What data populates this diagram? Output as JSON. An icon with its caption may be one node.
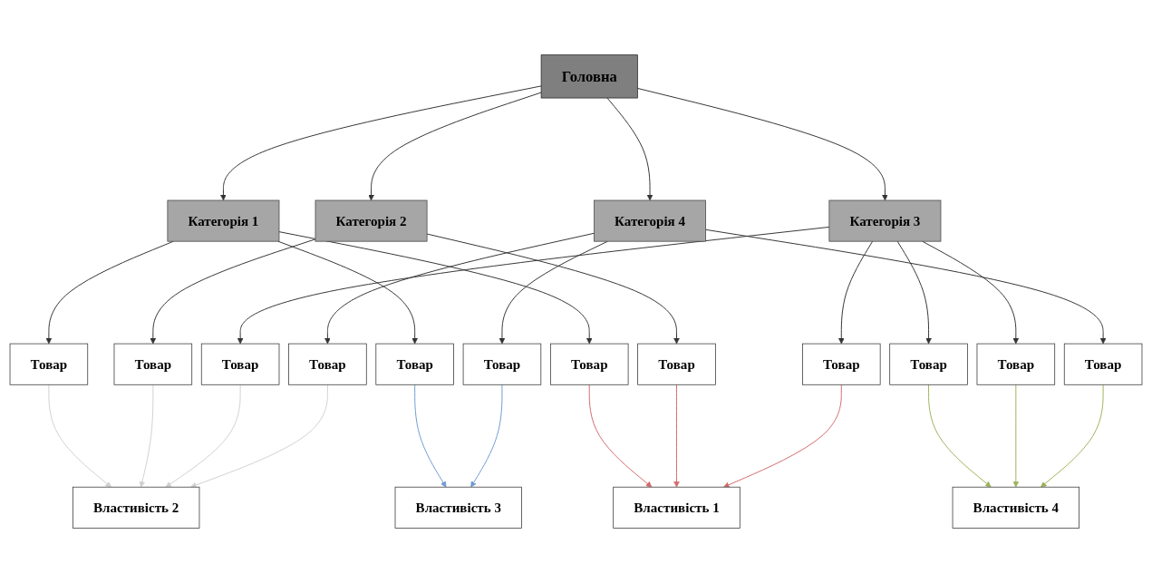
{
  "diagram": {
    "nodes": [
      {
        "text": [
          "Головна"
        ]
      },
      {
        "text": [
          "Категорія 1"
        ]
      },
      {
        "text": [
          "Категорія 2"
        ]
      },
      {
        "text": [
          "Категорія 3"
        ]
      },
      {
        "text": [
          "Категорія 4"
        ]
      },
      {
        "text": [
          "Товар"
        ]
      },
      {
        "text": [
          "Товар"
        ]
      },
      {
        "text": [
          "Товар"
        ]
      },
      {
        "text": [
          "Товар"
        ]
      },
      {
        "text": [
          "Товар"
        ]
      },
      {
        "text": [
          "Товар"
        ]
      },
      {
        "text": [
          "Товар"
        ]
      },
      {
        "text": [
          "Товар"
        ]
      },
      {
        "text": [
          "Товар"
        ]
      },
      {
        "text": [
          "Товар"
        ]
      },
      {
        "text": [
          "Товар"
        ]
      },
      {
        "text": [
          "Товар"
        ]
      },
      {
        "text": [
          "Властивість 1"
        ]
      },
      {
        "text": [
          "Властивість 2"
        ]
      },
      {
        "text": [
          "Властивість 3"
        ]
      },
      {
        "text": [
          "Властивість 4"
        ]
      }
    ],
    "edges": [
      {
        "from": 0,
        "to": 1,
        "arrow": "to"
      },
      {
        "from": 0,
        "to": 2,
        "arrow": "to"
      },
      {
        "from": 0,
        "to": 3,
        "arrow": "to"
      },
      {
        "from": 0,
        "to": 4,
        "arrow": "to"
      },
      {
        "from": 1,
        "to": 5,
        "arrow": "to"
      },
      {
        "from": 1,
        "to": 6,
        "arrow": "to"
      },
      {
        "from": 1,
        "to": 7,
        "arrow": "to"
      },
      {
        "from": 2,
        "to": 8,
        "arrow": "to"
      },
      {
        "from": 2,
        "to": 9,
        "arrow": "to"
      },
      {
        "from": 3,
        "to": 10,
        "arrow": "to"
      },
      {
        "from": 3,
        "to": 11,
        "arrow": "to"
      },
      {
        "from": 3,
        "to": 12,
        "arrow": "to"
      },
      {
        "from": 3,
        "to": 13,
        "arrow": "to"
      },
      {
        "from": 4,
        "to": 14,
        "arrow": "to"
      },
      {
        "from": 4,
        "to": 15,
        "arrow": "to"
      },
      {
        "from": 4,
        "to": 16,
        "arrow": "to"
      },
      {
        "from": 5,
        "to": 18,
        "arrow": "to",
        "color": "#d0d0d0"
      },
      {
        "from": 6,
        "to": 19,
        "arrow": "to",
        "color": "#6f9bd4"
      },
      {
        "from": 7,
        "to": 17,
        "arrow": "to",
        "color": "#d46a6a"
      },
      {
        "from": 8,
        "to": 18,
        "arrow": "to",
        "color": "#d0d0d0"
      },
      {
        "from": 9,
        "to": 17,
        "arrow": "to",
        "color": "#d46a6a"
      },
      {
        "from": 10,
        "to": 17,
        "arrow": "to",
        "color": "#d46a6a"
      },
      {
        "from": 11,
        "to": 20,
        "arrow": "to",
        "color": "#9bb35a"
      },
      {
        "from": 12,
        "to": 18,
        "arrow": "to",
        "color": "#d0d0d0"
      },
      {
        "from": 13,
        "to": 20,
        "arrow": "to",
        "color": "#9bb35a"
      },
      {
        "from": 14,
        "to": 19,
        "arrow": "to",
        "color": "#6f9bd4"
      },
      {
        "from": 15,
        "to": 20,
        "arrow": "to",
        "color": "#9bb35a"
      },
      {
        "from": 16,
        "to": 18,
        "arrow": "to",
        "color": "#d0d0d0"
      }
    ]
  }
}
